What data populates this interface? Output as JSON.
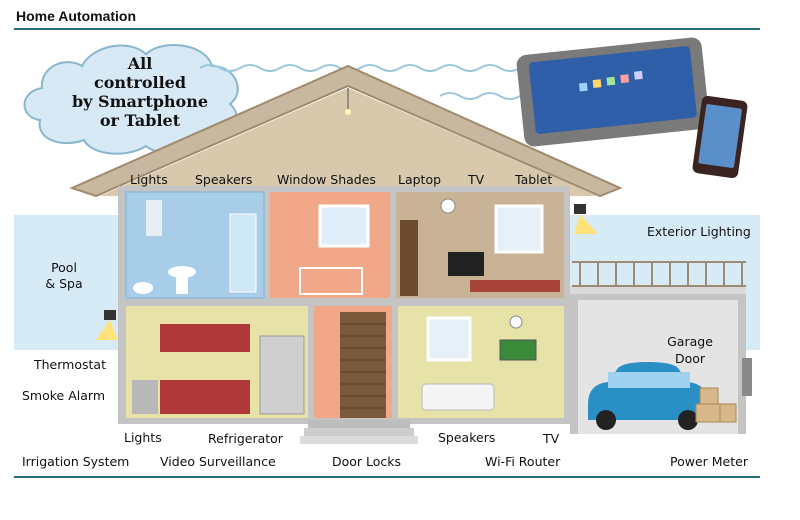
{
  "title": "Home Automation",
  "cloud": {
    "lines": [
      "All",
      "controlled",
      "by Smartphone",
      "or Tablet"
    ]
  },
  "attic_labels": [
    "Lights",
    "Speakers",
    "Window Shades",
    "Laptop",
    "TV",
    "Tablet"
  ],
  "left_labels": {
    "pool": [
      "Pool",
      "& Spa"
    ],
    "thermostat": "Thermostat",
    "smoke_alarm": "Smoke Alarm"
  },
  "right_labels": {
    "exterior_lighting": "Exterior Lighting",
    "garage_door": [
      "Garage",
      "Door"
    ]
  },
  "floor_labels": {
    "lights": "Lights",
    "refrigerator": "Refrigerator",
    "speakers": "Speakers",
    "tv": "TV"
  },
  "bottom_labels": [
    "Irrigation System",
    "Video Surveillance",
    "Door Locks",
    "Wi-Fi Router",
    "Power Meter"
  ],
  "colors": {
    "rule": "#2c6b7c",
    "sky": "#d7ebf7",
    "roof": "#c9b8a0",
    "frame": "#b9b9b9",
    "car": "#2a8fc4"
  }
}
